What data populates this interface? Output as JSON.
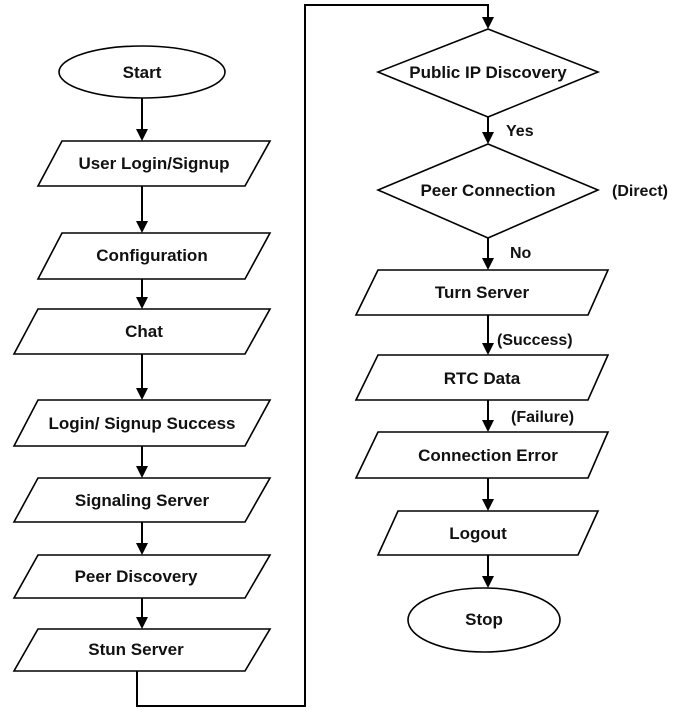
{
  "nodes": {
    "start": "Start",
    "user_login_signup": "User Login/Signup",
    "configuration": "Configuration",
    "chat": "Chat",
    "login_signup_success": "Login/ Signup Success",
    "signaling_server": "Signaling Server",
    "peer_discovery": "Peer Discovery",
    "stun_server": "Stun Server",
    "public_ip_discovery": "Public IP Discovery",
    "peer_connection": "Peer Connection",
    "turn_server": "Turn Server",
    "rtc_data": "RTC Data",
    "connection_error": "Connection Error",
    "logout": "Logout",
    "stop": "Stop"
  },
  "edge_labels": {
    "yes": "Yes",
    "direct": "(Direct)",
    "no": "No",
    "success": "(Success)",
    "failure": "(Failure)"
  },
  "colors": {
    "stroke": "#000000",
    "fill": "#ffffff",
    "text": "#111111"
  }
}
